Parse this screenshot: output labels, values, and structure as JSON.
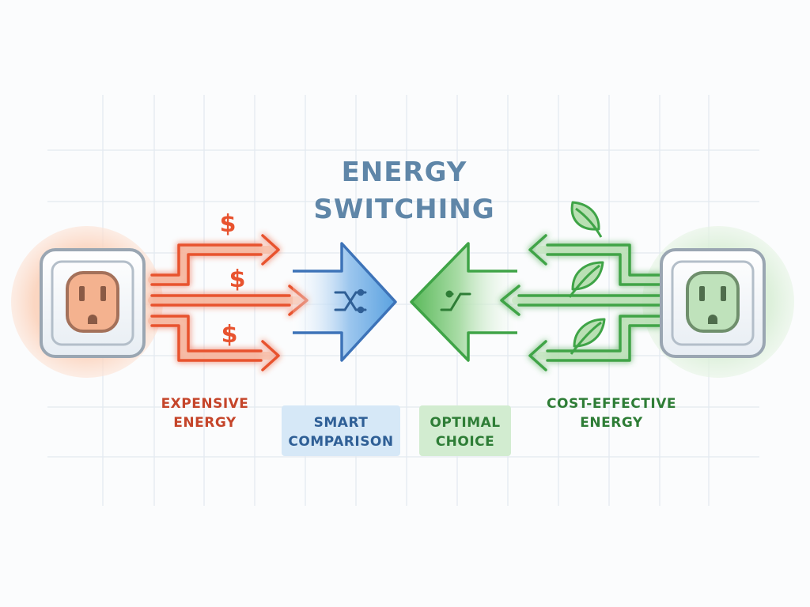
{
  "title": {
    "line1": "ENERGY",
    "line2": "SWITCHING"
  },
  "left": {
    "caption_line1": "EXPENSIVE",
    "caption_line2": "ENERGY",
    "symbols": [
      "$",
      "$",
      "$"
    ]
  },
  "right": {
    "caption_line1": "COST-EFFECTIVE",
    "caption_line2": "ENERGY"
  },
  "badges": {
    "smart": {
      "line1": "SMART",
      "line2": "COMPARISON"
    },
    "optimal": {
      "line1": "OPTIMAL",
      "line2": "CHOICE"
    }
  },
  "colors": {
    "expensive": "#e8532f",
    "expensive_glow": "#f8c7ae",
    "cost_effective": "#3fa447",
    "cost_effective_glow": "#c9e8c6",
    "smart": "#3d73b8",
    "title": "#5f86a8"
  },
  "icons": {
    "left_outlet": "power-outlet-icon",
    "right_outlet": "power-outlet-icon",
    "smart_arrow": "shuffle-icon",
    "optimal_arrow": "switch-icon",
    "leaves": "leaf-icon"
  }
}
